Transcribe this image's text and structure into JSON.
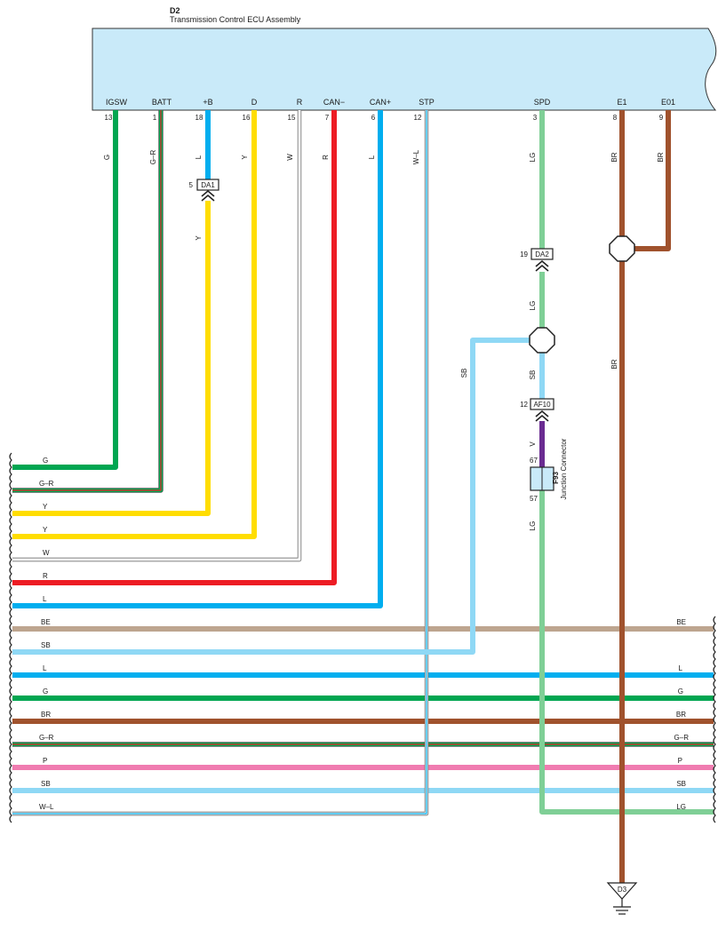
{
  "ecu": {
    "code": "D2",
    "name": "Transmission Control ECU Assembly",
    "pins": [
      {
        "name": "IGSW",
        "number": "13"
      },
      {
        "name": "BATT",
        "number": "1"
      },
      {
        "name": "+B",
        "number": "18"
      },
      {
        "name": "D",
        "number": "16"
      },
      {
        "name": "R",
        "number": "15"
      },
      {
        "name": "CAN−",
        "number": "7"
      },
      {
        "name": "CAN+",
        "number": "6"
      },
      {
        "name": "STP",
        "number": "12"
      },
      {
        "name": "SPD",
        "number": "3"
      },
      {
        "name": "E1",
        "number": "8"
      },
      {
        "name": "E01",
        "number": "9"
      }
    ]
  },
  "wire_colors": {
    "G": "#00a651",
    "R": "#ed1c24",
    "W": "#ffffff",
    "Y": "#ffdd00",
    "L": "#00aeef",
    "LG": "#7fcf96",
    "SB": "#8fd8f5",
    "BR": "#a0522d",
    "BE": "#bda58f",
    "P": "#f07cb0",
    "V": "#6a2c91",
    "outline": "#555555"
  },
  "vertical_wire_labels": [
    "G",
    "G–R",
    "L",
    "Y",
    "W",
    "R",
    "L",
    "W–L",
    "LG",
    "BR",
    "BR",
    "Y",
    "LG",
    "SB",
    "SB",
    "V",
    "LG",
    "BR"
  ],
  "connectors": {
    "da1": {
      "code": "DA1",
      "pin": "5"
    },
    "da2": {
      "code": "DA2",
      "pin": "19"
    },
    "af10": {
      "code": "AF10",
      "pin": "12"
    }
  },
  "junction_connector": {
    "code": "F93",
    "name": "Junction Connector",
    "pin_top": "67",
    "pin_bottom": "57"
  },
  "ground": {
    "code": "D3"
  },
  "left_bus_labels": [
    "G",
    "G–R",
    "Y",
    "Y",
    "W",
    "R",
    "L",
    "BE",
    "SB",
    "L",
    "G",
    "BR",
    "G–R",
    "P",
    "SB",
    "W–L"
  ],
  "right_bus_labels": [
    "BE",
    "L",
    "G",
    "BR",
    "G–R",
    "P",
    "SB",
    "LG"
  ]
}
